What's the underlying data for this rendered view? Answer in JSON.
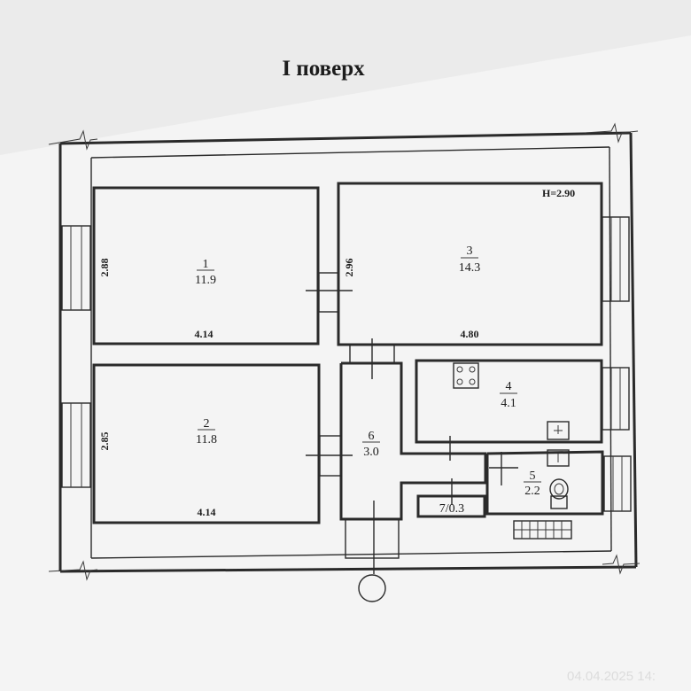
{
  "title": "I поверх",
  "height_note": "H=2.90",
  "rooms": [
    {
      "number": "1",
      "area": "11.9",
      "width": "4.14",
      "height": "2.88"
    },
    {
      "number": "2",
      "area": "11.8",
      "width": "4.14",
      "height": "2.85"
    },
    {
      "number": "3",
      "area": "14.3",
      "width": "4.80",
      "height": "2.96"
    },
    {
      "number": "4",
      "area": "4.1"
    },
    {
      "number": "5",
      "area": "2.2"
    },
    {
      "number": "6",
      "area": "3.0"
    },
    {
      "number": "7",
      "area": "0.3",
      "label": "7/0.3"
    }
  ],
  "watermark": "04.04.2025 14:"
}
